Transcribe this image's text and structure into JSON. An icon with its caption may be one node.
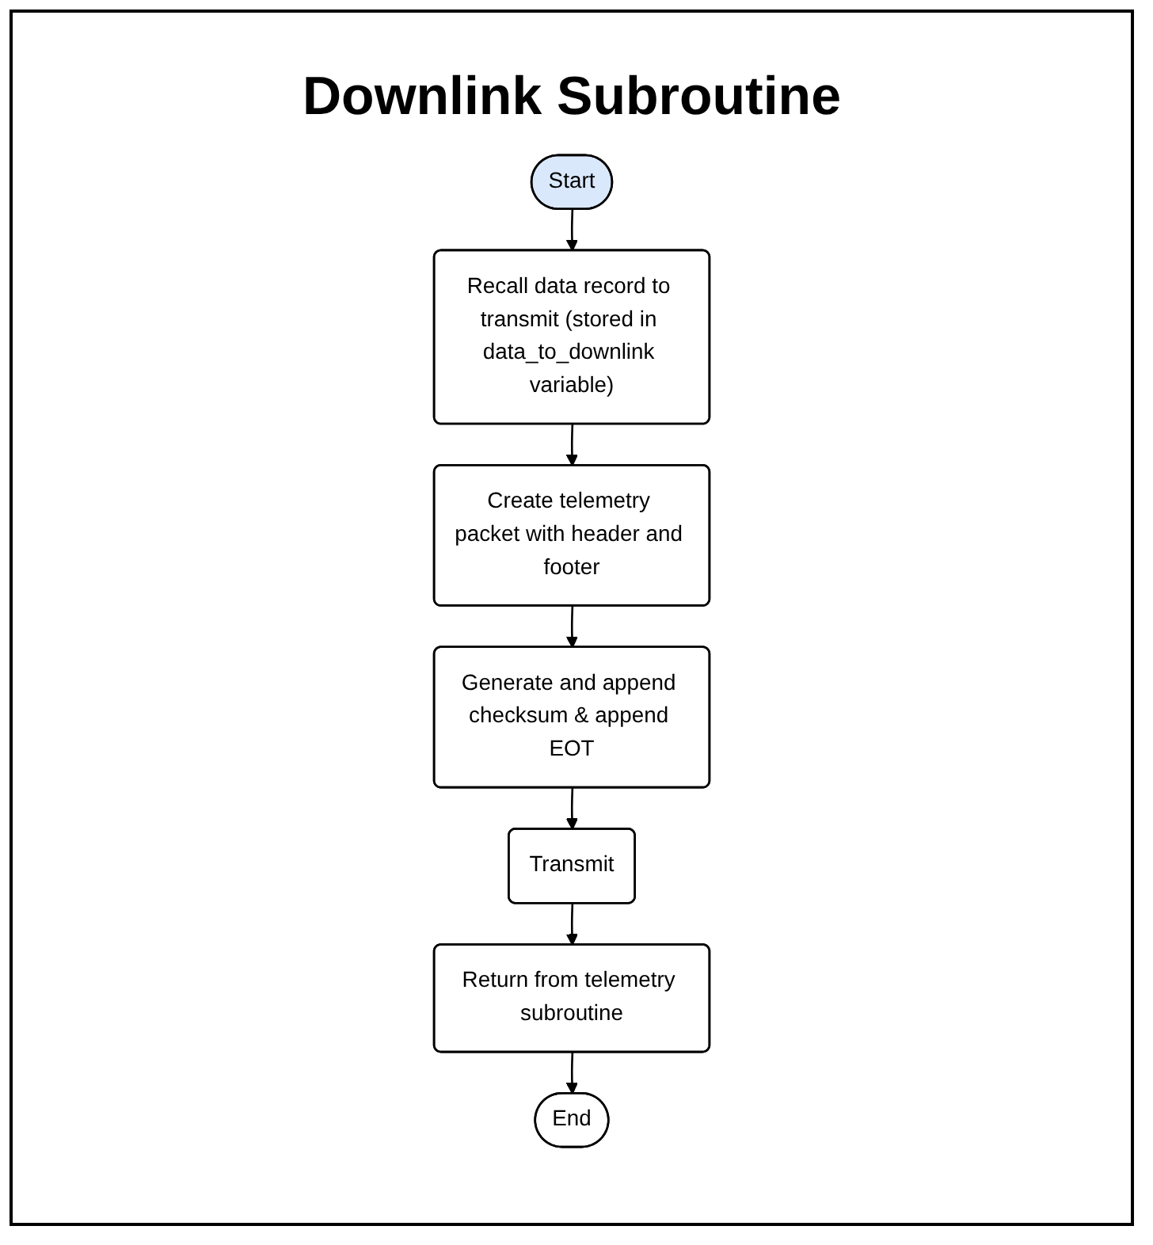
{
  "diagram": {
    "title": "Downlink Subroutine",
    "nodes": [
      {
        "text": [
          "Start"
        ]
      },
      {
        "text": [
          "Recall data record to transmit (stored in data_to_downlink variable)"
        ]
      },
      {
        "text": [
          "Create telemetry packet with header and footer"
        ]
      },
      {
        "text": [
          "Generate and append checksum & append EOT"
        ]
      },
      {
        "text": [
          "Transmit"
        ]
      },
      {
        "text": [
          "Return from telemetry subroutine"
        ]
      },
      {
        "text": [
          "End"
        ]
      }
    ],
    "edges": [
      {
        "from": 0,
        "to": 1,
        "arrow": "to"
      },
      {
        "from": 1,
        "to": 2,
        "arrow": "to"
      },
      {
        "from": 2,
        "to": 3,
        "arrow": "to"
      },
      {
        "from": 3,
        "to": 4,
        "arrow": "to"
      },
      {
        "from": 4,
        "to": 5,
        "arrow": "to"
      },
      {
        "from": 5,
        "to": 6,
        "arrow": "to"
      }
    ]
  }
}
